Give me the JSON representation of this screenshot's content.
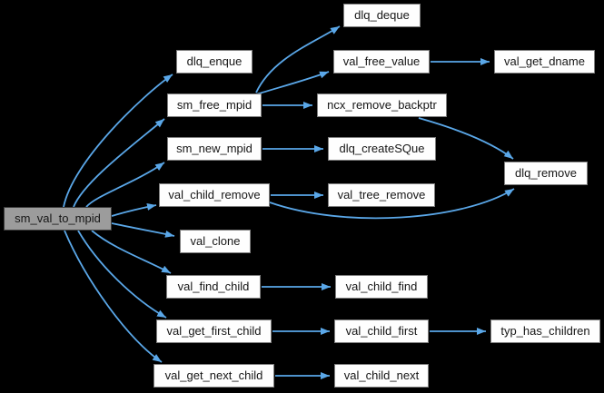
{
  "diagram": {
    "type": "call-graph",
    "root": "sm_val_to_mpid",
    "colors": {
      "background": "#000000",
      "edge": "#5aa7e8",
      "node_fill": "#fefefe",
      "node_border": "#7f7f7f",
      "root_fill": "#9c9c9c",
      "root_border": "#3d3d3d",
      "text": "#161616"
    },
    "nodes": [
      {
        "id": "sm_val_to_mpid",
        "label": "sm_val_to_mpid",
        "kind": "root"
      },
      {
        "id": "dlq_enque",
        "label": "dlq_enque",
        "kind": "callee"
      },
      {
        "id": "sm_free_mpid",
        "label": "sm_free_mpid",
        "kind": "callee"
      },
      {
        "id": "sm_new_mpid",
        "label": "sm_new_mpid",
        "kind": "callee"
      },
      {
        "id": "val_child_remove",
        "label": "val_child_remove",
        "kind": "callee"
      },
      {
        "id": "val_clone",
        "label": "val_clone",
        "kind": "callee"
      },
      {
        "id": "val_find_child",
        "label": "val_find_child",
        "kind": "callee"
      },
      {
        "id": "val_get_first_child",
        "label": "val_get_first_child",
        "kind": "callee"
      },
      {
        "id": "val_get_next_child",
        "label": "val_get_next_child",
        "kind": "callee"
      },
      {
        "id": "dlq_deque",
        "label": "dlq_deque",
        "kind": "callee"
      },
      {
        "id": "val_free_value",
        "label": "val_free_value",
        "kind": "callee"
      },
      {
        "id": "ncx_remove_backptr",
        "label": "ncx_remove_backptr",
        "kind": "callee"
      },
      {
        "id": "dlq_createSQue",
        "label": "dlq_createSQue",
        "kind": "callee"
      },
      {
        "id": "val_tree_remove",
        "label": "val_tree_remove",
        "kind": "callee"
      },
      {
        "id": "val_child_find",
        "label": "val_child_find",
        "kind": "callee"
      },
      {
        "id": "val_child_first",
        "label": "val_child_first",
        "kind": "callee"
      },
      {
        "id": "val_child_next",
        "label": "val_child_next",
        "kind": "callee"
      },
      {
        "id": "val_get_dname",
        "label": "val_get_dname",
        "kind": "callee"
      },
      {
        "id": "dlq_remove",
        "label": "dlq_remove",
        "kind": "callee"
      },
      {
        "id": "typ_has_children",
        "label": "typ_has_children",
        "kind": "callee"
      }
    ],
    "edges": [
      {
        "from": "sm_val_to_mpid",
        "to": "dlq_enque"
      },
      {
        "from": "sm_val_to_mpid",
        "to": "sm_free_mpid"
      },
      {
        "from": "sm_val_to_mpid",
        "to": "sm_new_mpid"
      },
      {
        "from": "sm_val_to_mpid",
        "to": "val_child_remove"
      },
      {
        "from": "sm_val_to_mpid",
        "to": "val_clone"
      },
      {
        "from": "sm_val_to_mpid",
        "to": "val_find_child"
      },
      {
        "from": "sm_val_to_mpid",
        "to": "val_get_first_child"
      },
      {
        "from": "sm_val_to_mpid",
        "to": "val_get_next_child"
      },
      {
        "from": "sm_free_mpid",
        "to": "dlq_deque"
      },
      {
        "from": "sm_free_mpid",
        "to": "val_free_value"
      },
      {
        "from": "sm_free_mpid",
        "to": "ncx_remove_backptr"
      },
      {
        "from": "sm_new_mpid",
        "to": "dlq_createSQue"
      },
      {
        "from": "val_child_remove",
        "to": "val_tree_remove"
      },
      {
        "from": "val_child_remove",
        "to": "dlq_remove"
      },
      {
        "from": "ncx_remove_backptr",
        "to": "dlq_remove"
      },
      {
        "from": "val_free_value",
        "to": "val_get_dname"
      },
      {
        "from": "val_find_child",
        "to": "val_child_find"
      },
      {
        "from": "val_get_first_child",
        "to": "val_child_first"
      },
      {
        "from": "val_child_first",
        "to": "typ_has_children"
      },
      {
        "from": "val_get_next_child",
        "to": "val_child_next"
      }
    ]
  }
}
